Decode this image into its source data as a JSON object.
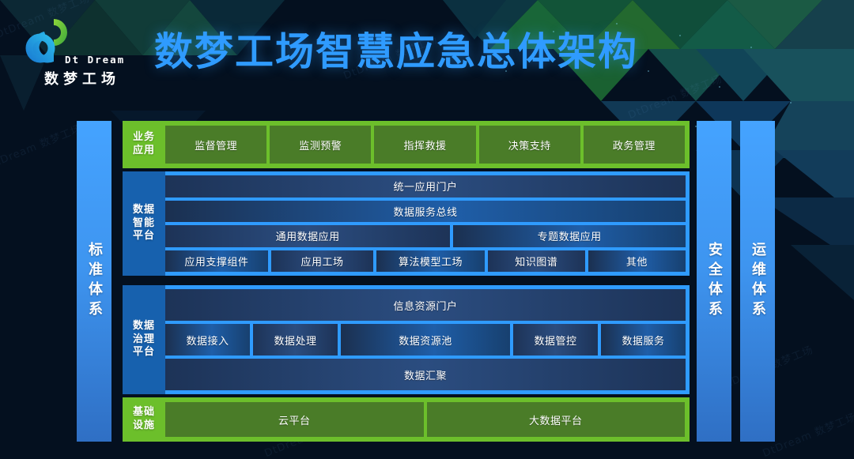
{
  "header": {
    "logo_en": "Dt Dream",
    "logo_cn": "数梦工场",
    "logo_icon": "dtdream-infinity-logo",
    "title": "数梦工场智慧应急总体架构"
  },
  "watermark_text": "DtDream 数梦工场",
  "colors": {
    "background": "#04101f",
    "title_blue": "#2f9bff",
    "band_green": "#6cbf2b",
    "cell_green": "#4a7c28",
    "band_blue": "#2f9bff",
    "label_blue": "#1761ae",
    "cell_navy": "#1d3357",
    "pillar_blue": "#45a3ff"
  },
  "pillars": {
    "left": {
      "label": "标准体系"
    },
    "security": {
      "label": "安全体系"
    },
    "operations": {
      "label": "运维体系"
    }
  },
  "bands": {
    "business": {
      "label": "业务应用",
      "items": [
        "监督管理",
        "监测预警",
        "指挥救援",
        "决策支持",
        "政务管理"
      ]
    },
    "intelligence": {
      "label": "数据智能平台",
      "label_lines": [
        "数据",
        "智能",
        "平台"
      ],
      "rows": [
        {
          "cells": [
            {
              "text": "统一应用门户",
              "flex": 1
            }
          ]
        },
        {
          "cells": [
            {
              "text": "数据服务总线",
              "flex": 1
            }
          ]
        },
        {
          "cells": [
            {
              "text": "通用数据应用",
              "flex": 54
            },
            {
              "text": "专题数据应用",
              "flex": 44
            }
          ]
        },
        {
          "cells": [
            {
              "text": "应用支撑组件",
              "flex": 20
            },
            {
              "text": "应用工场",
              "flex": 20
            },
            {
              "text": "算法模型工场",
              "flex": 21
            },
            {
              "text": "知识图谱",
              "flex": 19
            },
            {
              "text": "其他",
              "flex": 19
            }
          ]
        }
      ]
    },
    "governance": {
      "label": "数据治理平台",
      "label_lines": [
        "数据",
        "治理",
        "平台"
      ],
      "rows": [
        {
          "cells": [
            {
              "text": "信息资源门户",
              "flex": 1
            }
          ]
        },
        {
          "cells": [
            {
              "text": "数据接入",
              "flex": 16
            },
            {
              "text": "数据处理",
              "flex": 16
            },
            {
              "text": "数据资源池",
              "flex": 32
            },
            {
              "text": "数据管控",
              "flex": 16
            },
            {
              "text": "数据服务",
              "flex": 16
            }
          ]
        },
        {
          "cells": [
            {
              "text": "数据汇聚",
              "flex": 1
            }
          ]
        }
      ]
    },
    "infrastructure": {
      "label": "基础设施",
      "label_lines": [
        "基础",
        "设施"
      ],
      "items": [
        "云平台",
        "大数据平台"
      ]
    }
  }
}
